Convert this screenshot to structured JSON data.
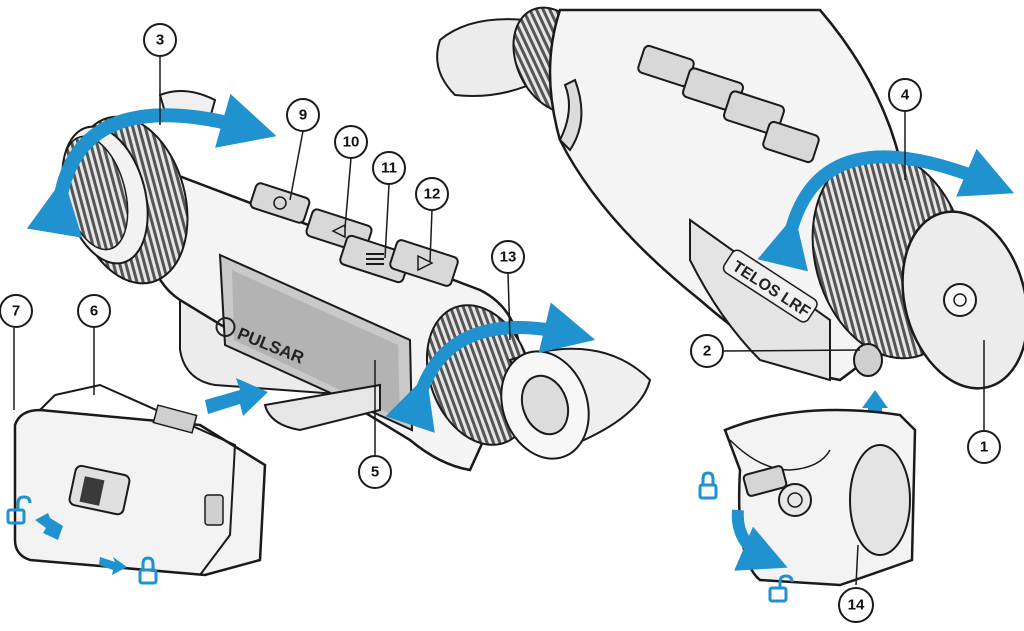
{
  "brand": {
    "pulsar_logo_text": "PULSAR",
    "model_label": "TELOS LRF",
    "lrf_mark": "LRF"
  },
  "callouts": [
    "1",
    "2",
    "3",
    "4",
    "5",
    "6",
    "7",
    "9",
    "10",
    "11",
    "12",
    "13",
    "14"
  ],
  "colors": {
    "arrow_blue": "#1f92cf",
    "outline": "#1a1a1a",
    "body_light": "#f2f2f2",
    "body_mid": "#d9d9d9",
    "knurl": "#6d6d6d",
    "window_grey": "#b8b8b8"
  },
  "icons": {
    "lock": "lock-closed-icon",
    "unlock": "lock-open-icon"
  }
}
